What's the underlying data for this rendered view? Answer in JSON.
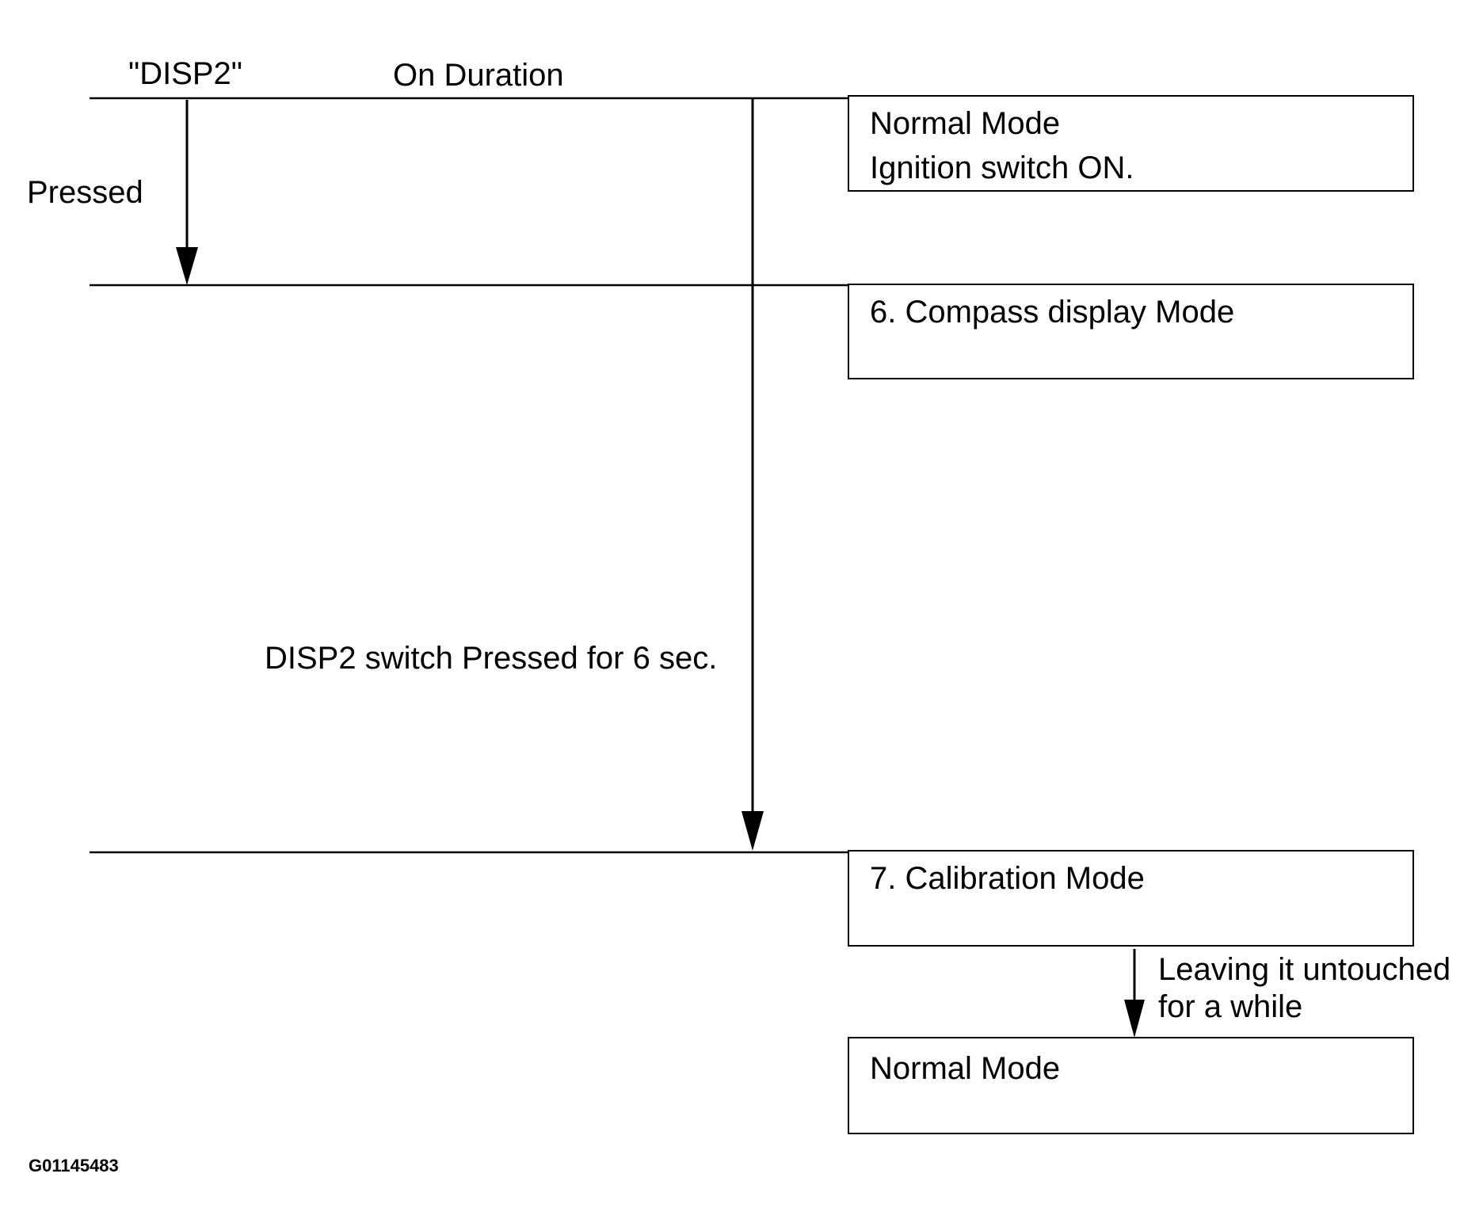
{
  "header": {
    "switch_label": "\"DISP2\"",
    "duration_label": "On Duration"
  },
  "transitions": {
    "pressed": "Pressed",
    "pressed_6_sec": "DISP2 switch Pressed for 6 sec.",
    "leave_untouched": [
      "Leaving it untouched",
      "for a while"
    ]
  },
  "modes": [
    {
      "lines": [
        "Normal Mode",
        "Ignition switch ON."
      ]
    },
    {
      "lines": [
        "6. Compass display Mode"
      ]
    },
    {
      "lines": [
        "7. Calibration Mode"
      ]
    },
    {
      "lines": [
        "Normal Mode"
      ]
    }
  ],
  "figure_id": "G01145483"
}
